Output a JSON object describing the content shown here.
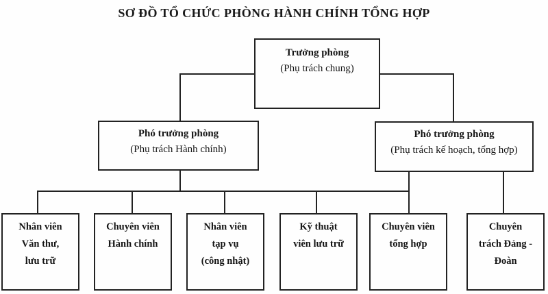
{
  "title": "SƠ ĐỒ TỔ CHỨC PHÒNG HÀNH CHÍNH TỔNG HỢP",
  "org": {
    "root": {
      "name": "Trưởng phòng",
      "role": "(Phụ trách chung)"
    },
    "deputies": [
      {
        "name": "Phó trưởng phòng",
        "role": "(Phụ trách Hành chính)"
      },
      {
        "name": "Phó trưởng phòng",
        "role": "(Phụ trách kế hoạch, tổng hợp)"
      }
    ],
    "staff": [
      {
        "lines": [
          "Nhân viên",
          "Văn thư,",
          "lưu trữ"
        ]
      },
      {
        "lines": [
          "Chuyên viên",
          "Hành chính"
        ]
      },
      {
        "lines": [
          "Nhân viên",
          "tạp vụ",
          "(công nhật)"
        ]
      },
      {
        "lines": [
          "Kỹ thuật",
          "viên lưu trữ"
        ]
      },
      {
        "lines": [
          "Chuyên viên",
          "tổng hợp"
        ]
      },
      {
        "lines": [
          "Chuyên",
          "trách Đảng -",
          "Đoàn"
        ]
      }
    ]
  },
  "colors": {
    "line": "#222222",
    "text": "#151515",
    "background": "#fefefe"
  }
}
